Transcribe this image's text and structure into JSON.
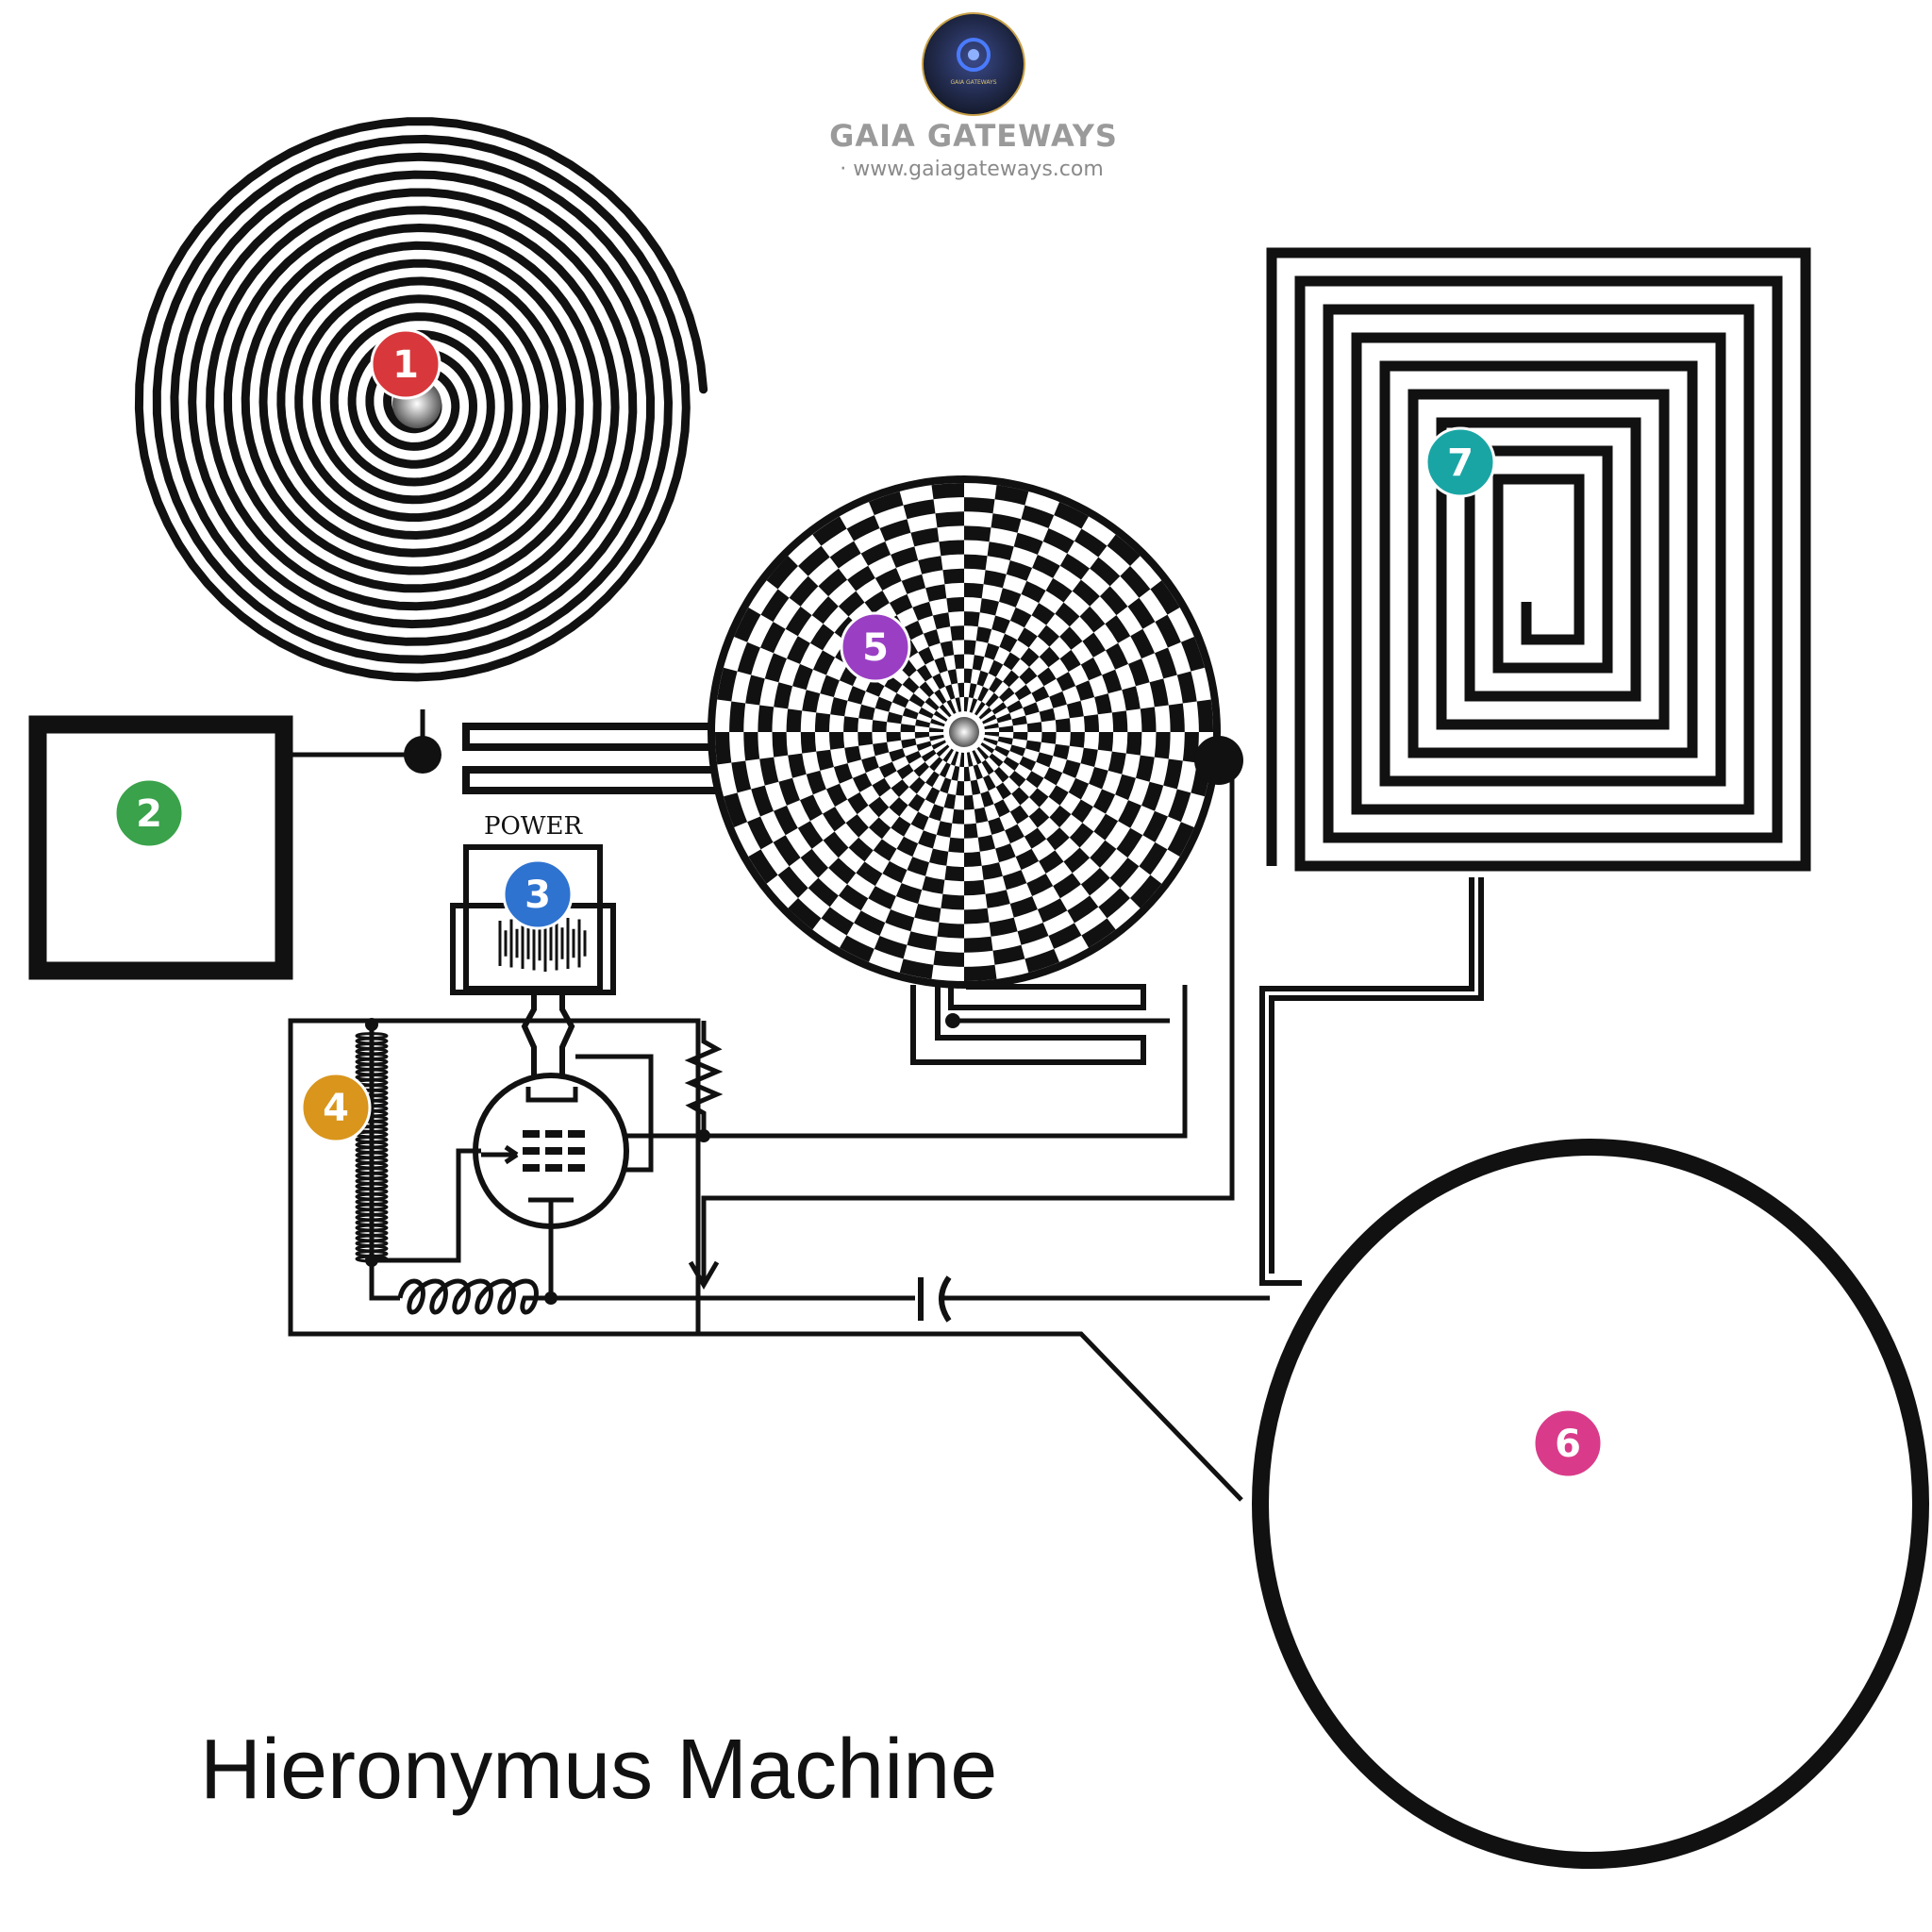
{
  "brand": {
    "logo_text": "GAIA GATEWAYS",
    "name": "GAIA GATEWAYS",
    "url": "· www.gaiagateways.com"
  },
  "title": "Hieronymus Machine",
  "labels": {
    "power": "POWER"
  },
  "markers": [
    {
      "id": "1",
      "label": "1",
      "color": "#d8383c",
      "component": "spiral-coil"
    },
    {
      "id": "2",
      "label": "2",
      "color": "#3aa24a",
      "component": "square-plate"
    },
    {
      "id": "3",
      "label": "3",
      "color": "#2f73d0",
      "component": "power-supply"
    },
    {
      "id": "4",
      "label": "4",
      "color": "#d9951c",
      "component": "tuning-coil"
    },
    {
      "id": "5",
      "label": "5",
      "color": "#9a3fc4",
      "component": "checkered-dial"
    },
    {
      "id": "6",
      "label": "6",
      "color": "#d93b8a",
      "component": "detector-plate"
    },
    {
      "id": "7",
      "label": "7",
      "color": "#1aa5a5",
      "component": "square-spiral-coil"
    }
  ],
  "colors": {
    "ink": "#111111",
    "logo_bg": "#1c2238",
    "brand_text": "#9a9a9a"
  }
}
